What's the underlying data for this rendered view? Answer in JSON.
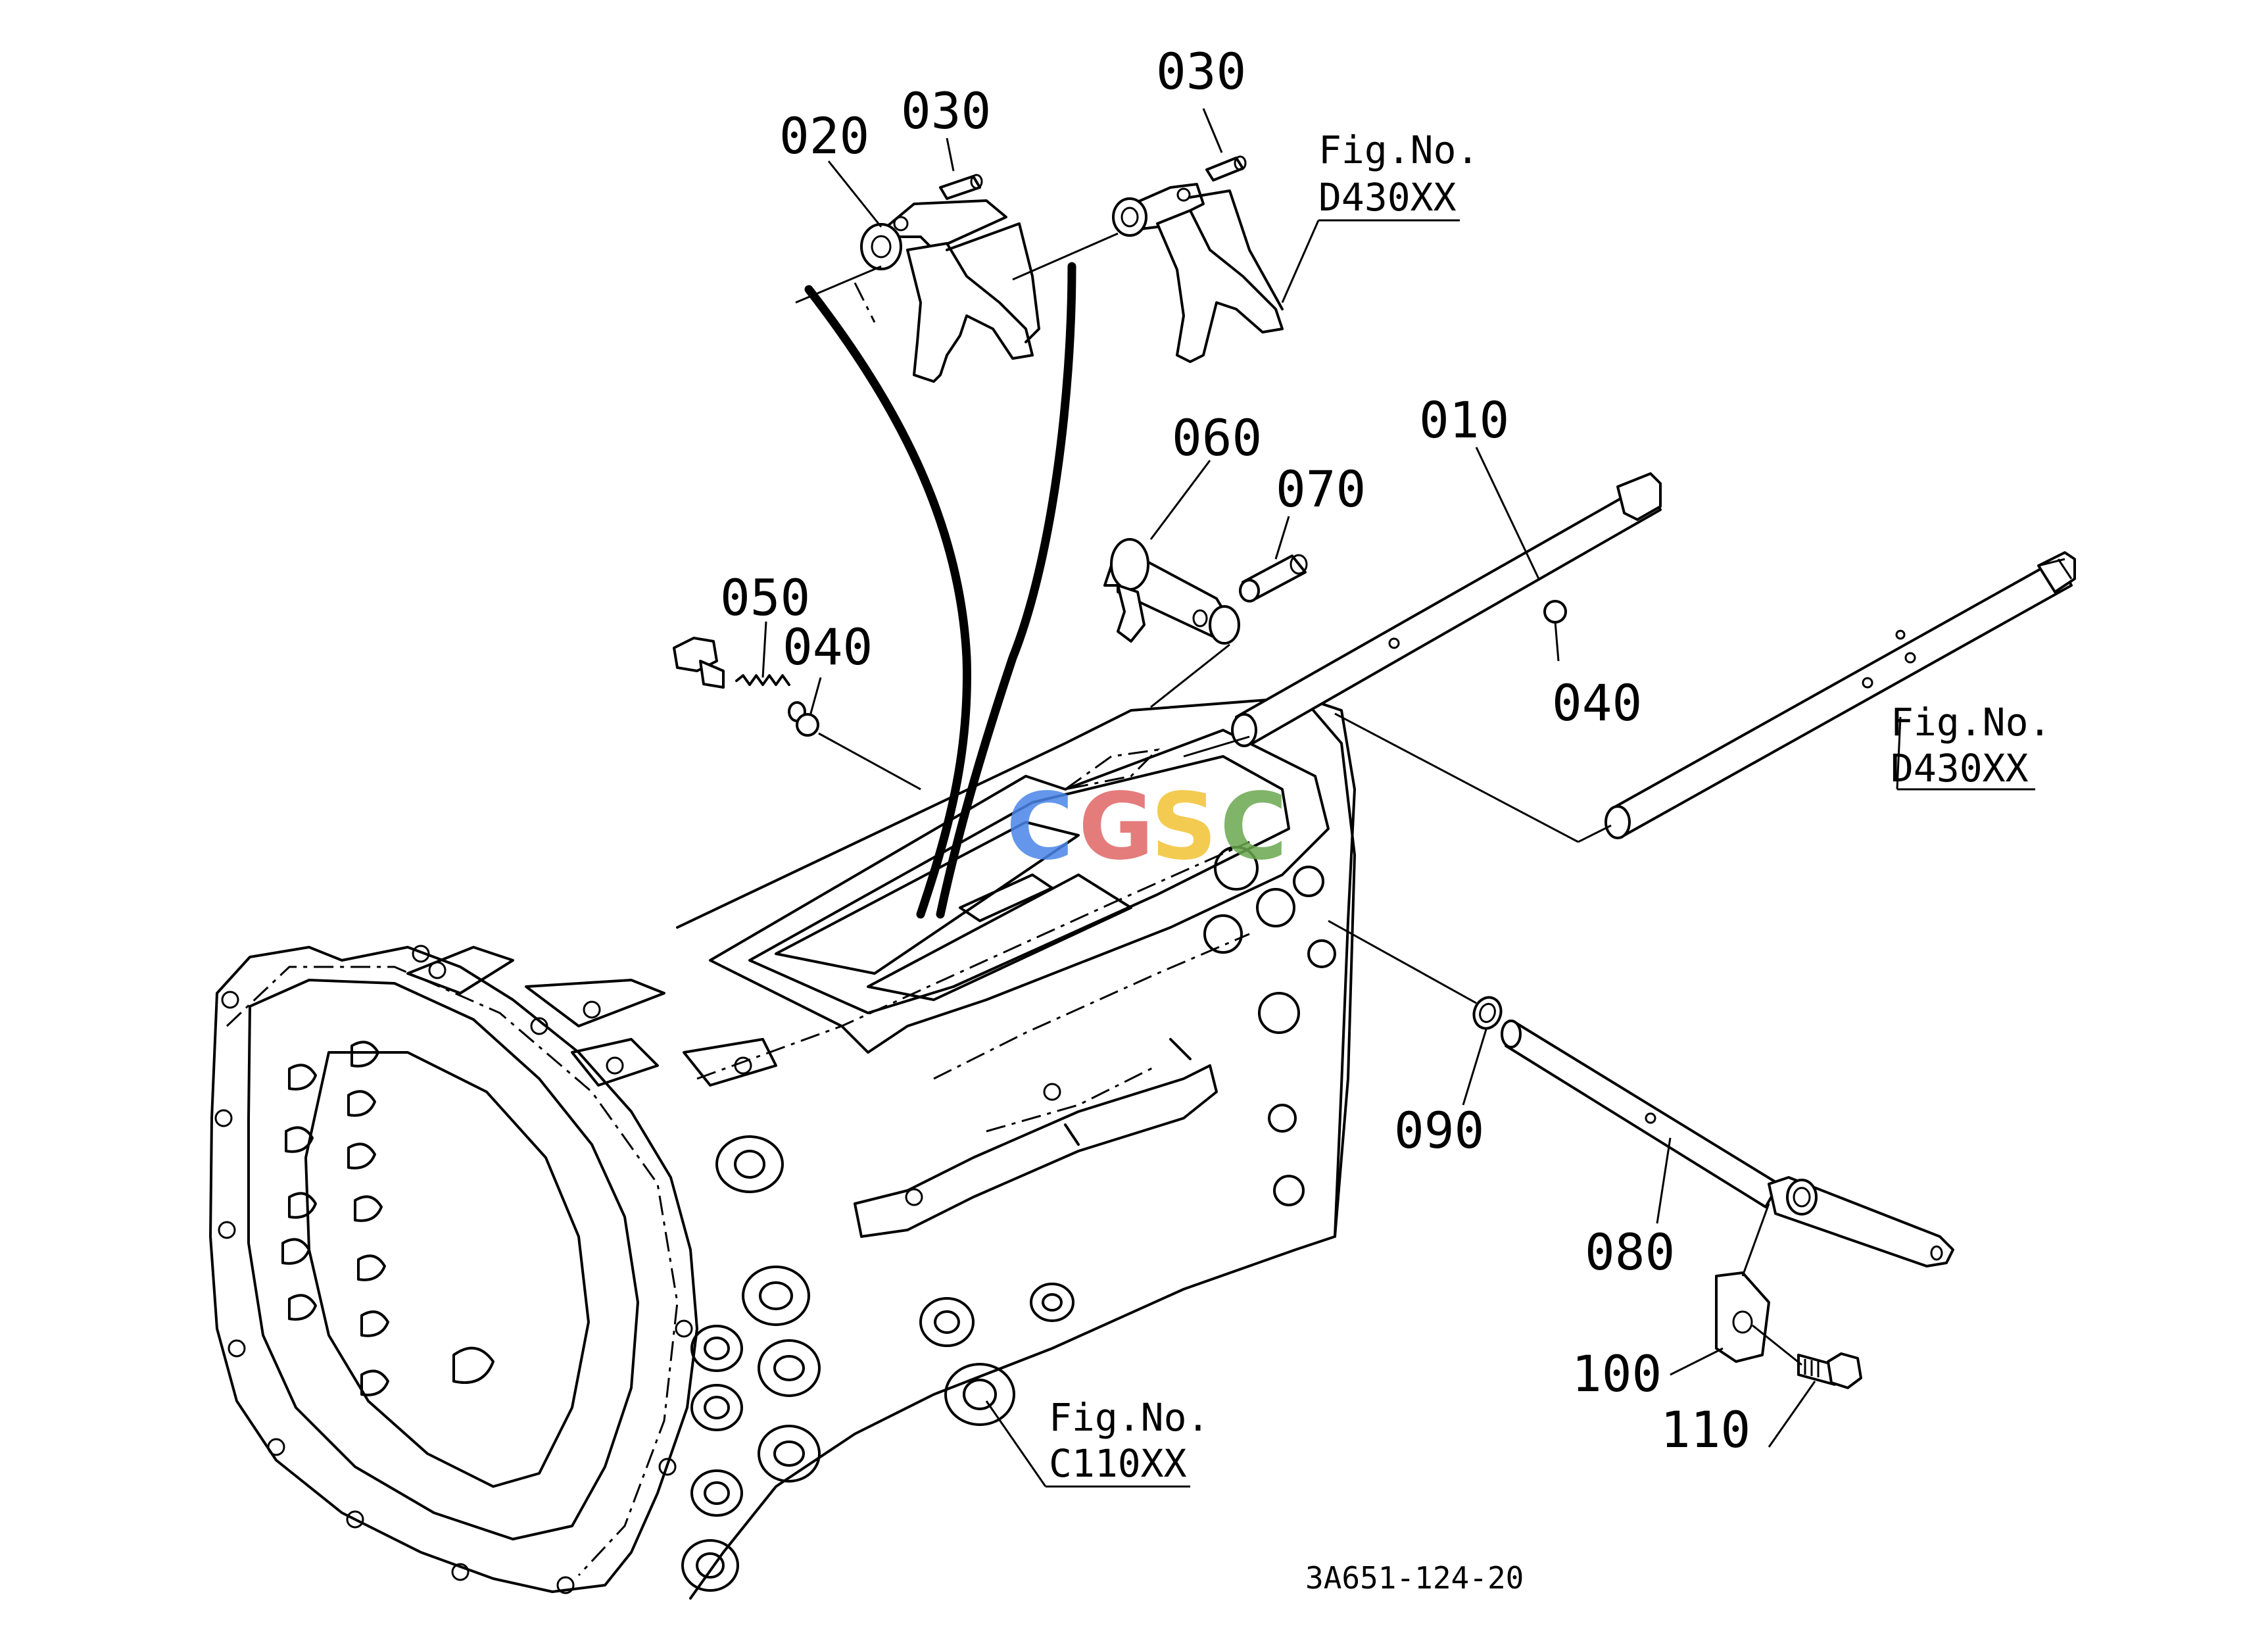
{
  "parts": {
    "p010": "010",
    "p020": "020",
    "p030a": "030",
    "p030b": "030",
    "p040a": "040",
    "p040b": "040",
    "p050": "050",
    "p060": "060",
    "p070": "070",
    "p080": "080",
    "p090": "090",
    "p100": "100",
    "p110": "110"
  },
  "fig_refs": {
    "fork": {
      "label": "Fig.No.",
      "code": "D430XX"
    },
    "rod": {
      "label": "Fig.No.",
      "code": "D430XX"
    },
    "case": {
      "label": "Fig.No.",
      "code": "C110XX"
    }
  },
  "drawing_code": "3A651-124-20",
  "watermark": {
    "letters": [
      "C",
      "G",
      "S",
      "C"
    ],
    "colors": [
      "#4a86e8",
      "#e06666",
      "#f1c232",
      "#6aa84f"
    ]
  },
  "colors": {
    "line": "#000000",
    "background": "#ffffff"
  }
}
